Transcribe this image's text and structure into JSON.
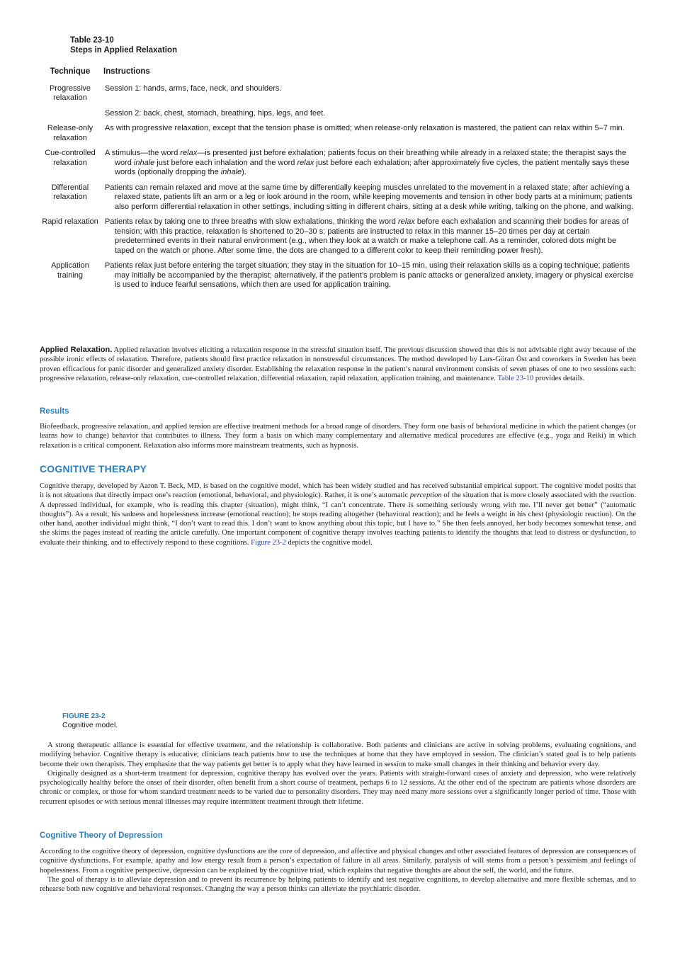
{
  "table": {
    "number": "Table 23-10",
    "title": "Steps in Applied Relaxation",
    "headers": {
      "technique": "Technique",
      "instructions": "Instructions"
    },
    "rows": [
      {
        "technique": "Progressive relaxation",
        "instructions": [
          "Session 1: hands, arms, face, neck, and shoulders."
        ],
        "continuation": [
          "Session 2: back, chest, stomach, breathing, hips, legs, and feet."
        ]
      },
      {
        "technique": "Release-only relaxation",
        "instructions": [
          "As with progressive relaxation, except that the tension phase is omitted; when release-only relaxation is mastered, the patient can relax within 5–7 min."
        ]
      },
      {
        "technique": "Cue-controlled relaxation",
        "instructions": [
          "A stimulus—the word ",
          {
            "i": "relax"
          },
          "—is presented just before exhalation; patients focus on their breathing while already in a relaxed state; the therapist says the word ",
          {
            "i": "inhale"
          },
          " just before each inhalation and the word ",
          {
            "i": "relax"
          },
          " just before each exhalation; after approximately five cycles, the patient mentally says these words (optionally dropping the ",
          {
            "i": "inhale"
          },
          ")."
        ]
      },
      {
        "technique": "Differential relaxation",
        "instructions": [
          "Patients can remain relaxed and move at the same time by differentially keeping muscles unrelated to the movement in a relaxed state; after achieving a relaxed state, patients lift an arm or a leg or look around in the room, while keeping movements and tension in other body parts at a minimum; patients also perform differential relaxation in other settings, including sitting in different chairs, sitting at a desk while writing, talking on the phone, and walking."
        ]
      },
      {
        "technique": "Rapid relaxation",
        "instructions": [
          "Patients relax by taking one to three breaths with slow exhalations, thinking the word ",
          {
            "i": "relax"
          },
          " before each exhalation and scanning their bodies for areas of tension; with this practice, relaxation is shortened to 20–30 s; patients are instructed to relax in this manner 15–20 times per day at certain predetermined events in their natural environment (e.g., when they look at a watch or make a telephone call. As a reminder, colored dots might be taped on the watch or phone. After some time, the dots are changed to a different color to keep their reminding power fresh)."
        ]
      },
      {
        "technique": "Application training",
        "instructions": [
          "Patients relax just before entering the target situation; they stay in the situation for 10–15 min, using their relaxation skills as a coping technique; patients may initially be accompanied by the therapist; alternatively, if the patient’s problem is panic attacks or generalized anxiety, imagery or physical exercise is used to induce fearful sensations, which then are used for application training."
        ]
      }
    ]
  },
  "applied_relaxation": {
    "heading": "Applied Relaxation.",
    "text_before_link": " Applied relaxation involves eliciting a relaxation response in the stressful situation itself. The previous discussion showed that this is not advisable right away because of the possible ironic effects of relaxation. Therefore, patients should first practice relaxation in nonstressful circumstances. The method developed by Lars-Göran Öst and coworkers in Sweden has been proven efficacious for panic disorder and generalized anxiety disorder. Establishing the relaxation response in the patient’s natural environment consists of seven phases of one to two sessions each: progressive relaxation, release-only relaxation, cue-controlled relaxation, differential relaxation, rapid relaxation, application training, and maintenance. ",
    "link": "Table 23-10",
    "text_after_link": " provides details."
  },
  "results": {
    "heading": "Results",
    "text": "Biofeedback, progressive relaxation, and applied tension are effective treatment methods for a broad range of disorders. They form one basis of behavioral medicine in which the patient changes (or learns how to change) behavior that contributes to illness. They form a basis on which many complementary and alternative medical procedures are effective (e.g., yoga and Reiki) in which relaxation is a critical component. Relaxation also informs more mainstream treatments, such as hypnosis."
  },
  "cognitive_therapy": {
    "heading": "COGNITIVE THERAPY",
    "text_a": "Cognitive therapy, developed by Aaron T. Beck, MD, is based on the cognitive model, which has been widely studied and has received substantial empirical support. The cognitive model posits that it is not situations that directly impact one’s reaction (emotional, behavioral, and physiologic). Rather, it is one’s automatic ",
    "italic": "perception",
    "text_b": " of the situation that is more closely associated with the reaction. A depressed individual, for example, who is reading this chapter (situation), might think, “I can’t concentrate. There is something seriously wrong with me. I’ll never get better” (“automatic thoughts”). As a result, his sadness and hopelessness increase (emotional reaction); he stops reading altogether (behavioral reaction); and he feels a weight in his chest (physiologic reaction). On the other hand, another individual might think, “I don’t want to read this. I don’t want to know anything about this topic, but I have to.” She then feels annoyed, her body becomes somewhat tense, and she skims the pages instead of reading the article carefully. One important component of cognitive therapy involves teaching patients to identify the thoughts that lead to distress or dysfunction, to evaluate their thinking, and to effectively respond to these cognitions. ",
    "link": "Figure 23-2",
    "text_c": " depicts the cognitive model."
  },
  "figure": {
    "label": "FIGURE 23-2",
    "caption": "Cognitive model."
  },
  "after_figure": {
    "p1": "A strong therapeutic alliance is essential for effective treatment, and the relationship is collaborative. Both patients and clinicians are active in solving problems, evaluating cognitions, and modifying behavior. Cognitive therapy is educative; clinicians teach patients how to use the techniques at home that they have employed in session. The clinician’s stated goal is to help patients become their own therapists. They emphasize that the way patients get better is to apply what they have learned in session to make small changes in their thinking and behavior every day.",
    "p2": "Originally designed as a short-term treatment for depression, cognitive therapy has evolved over the years. Patients with straight-forward cases of anxiety and depression, who were relatively psychologically healthy before the onset of their disorder, often benefit from a short course of treatment, perhaps 6 to 12 sessions. At the other end of the spectrum are patients whose disorders are chronic or complex, or those for whom standard treatment needs to be varied due to personality disorders. They may need many more sessions over a significantly longer period of time. Those with recurrent episodes or with serious mental illnesses may require intermittent treatment through their lifetime."
  },
  "cognitive_theory": {
    "heading": "Cognitive Theory of Depression",
    "p1": "According to the cognitive theory of depression, cognitive dysfunctions are the core of depression, and affective and physical changes and other associated features of depression are consequences of cognitive dysfunctions. For example, apathy and low energy result from a person’s expectation of failure in all areas. Similarly, paralysis of will stems from a person’s pessimism and feelings of hopelessness. From a cognitive perspective, depression can be explained by the cognitive triad, which explains that negative thoughts are about the self, the world, and the future.",
    "p2": "The goal of therapy is to alleviate depression and to prevent its recurrence by helping patients to identify and test negative cognitions, to develop alternative and more flexible schemas, and to rehearse both new cognitive and behavioral responses. Changing the way a person thinks can alleviate the psychiatric disorder."
  },
  "colors": {
    "heading_blue": "#2a7fc0",
    "link_blue": "#2b3fae",
    "text": "#1a1a1a"
  }
}
